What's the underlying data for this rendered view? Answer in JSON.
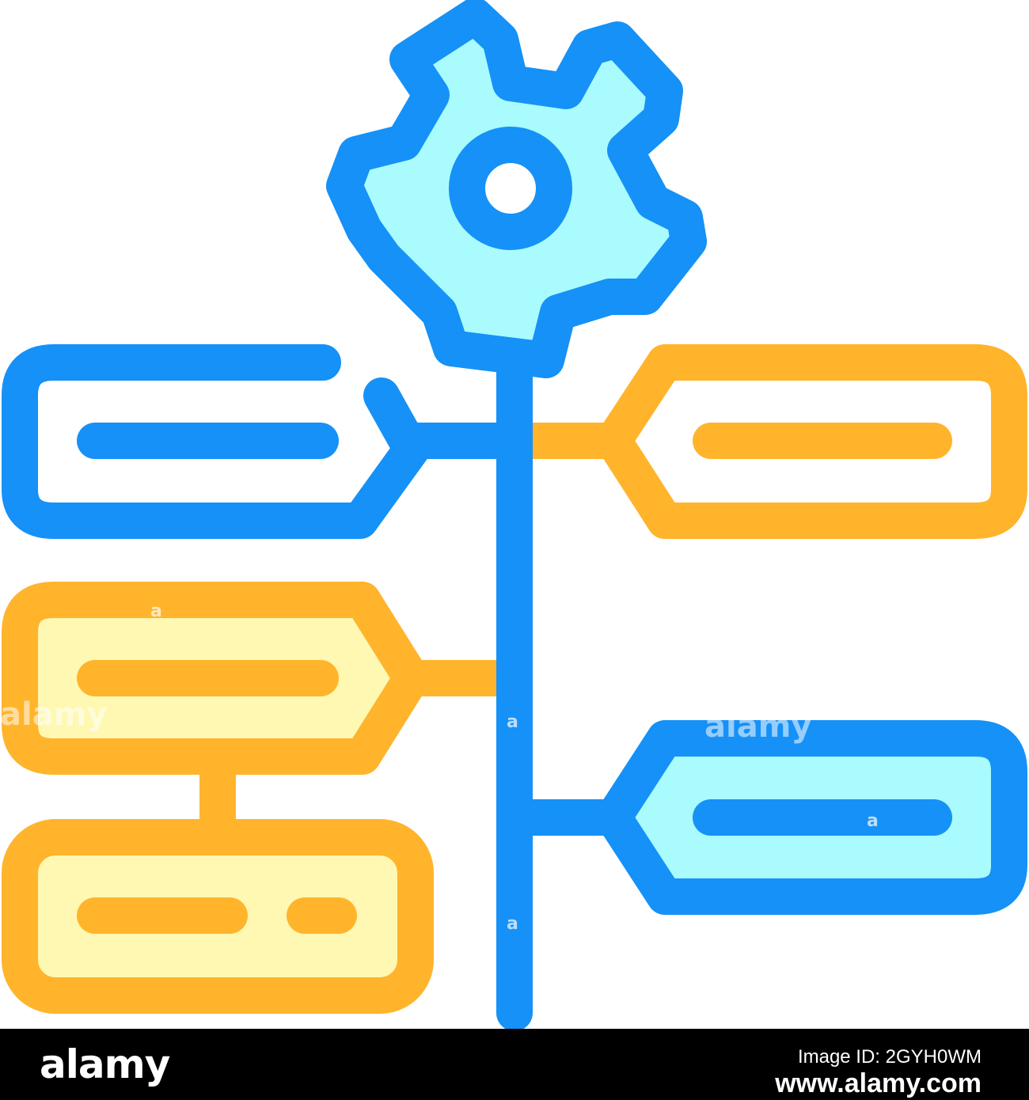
{
  "colors": {
    "blue_stroke": "#1591F7",
    "blue_fill": "#A9FBFD",
    "orange_stroke": "#FFB42C",
    "yellow_fill": "#FEF8B2",
    "background": "#FFFFFF",
    "footer_background": "#000000",
    "footer_text": "#FFFFFF"
  },
  "watermark": {
    "text": "alamy",
    "small_mark": "a"
  },
  "footer": {
    "logo": "alamy",
    "image_id_label": "Image ID: 2GYH0WM",
    "site": "www.alamy.com"
  }
}
